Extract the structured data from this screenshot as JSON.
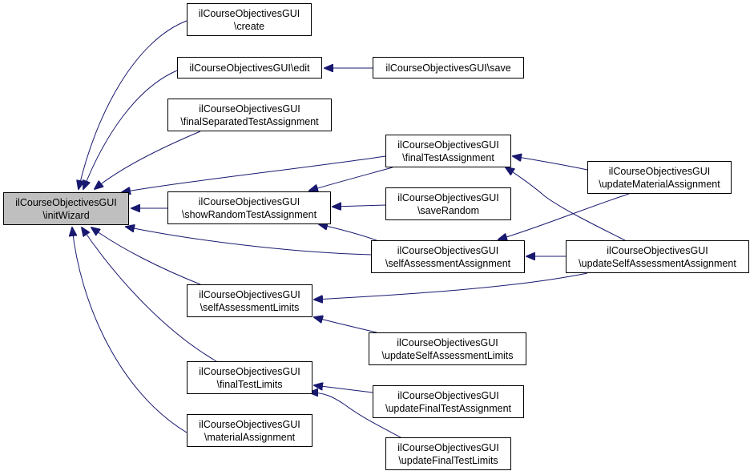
{
  "colors": {
    "edge": "#191970",
    "root_fill": "#bfbfbf",
    "node_fill": "#ffffff",
    "border": "#000000"
  },
  "nodes": {
    "initWizard": {
      "line1": "ilCourseObjectivesGUI",
      "line2": "\\initWizard"
    },
    "create": {
      "line1": "ilCourseObjectivesGUI",
      "line2": "\\create"
    },
    "edit": {
      "line1": "ilCourseObjectivesGUI\\edit"
    },
    "save": {
      "line1": "ilCourseObjectivesGUI\\save"
    },
    "finalSeparatedTestAssignment": {
      "line1": "ilCourseObjectivesGUI",
      "line2": "\\finalSeparatedTestAssignment"
    },
    "finalTestAssignment": {
      "line1": "ilCourseObjectivesGUI",
      "line2": "\\finalTestAssignment"
    },
    "showRandomTestAssignment": {
      "line1": "ilCourseObjectivesGUI",
      "line2": "\\showRandomTestAssignment"
    },
    "saveRandom": {
      "line1": "ilCourseObjectivesGUI",
      "line2": "\\saveRandom"
    },
    "updateMaterialAssignment": {
      "line1": "ilCourseObjectivesGUI",
      "line2": "\\updateMaterialAssignment"
    },
    "selfAssessmentAssignment": {
      "line1": "ilCourseObjectivesGUI",
      "line2": "\\selfAssessmentAssignment"
    },
    "updateSelfAssessmentAssignment": {
      "line1": "ilCourseObjectivesGUI",
      "line2": "\\updateSelfAssessmentAssignment"
    },
    "selfAssessmentLimits": {
      "line1": "ilCourseObjectivesGUI",
      "line2": "\\selfAssessmentLimits"
    },
    "updateSelfAssessmentLimits": {
      "line1": "ilCourseObjectivesGUI",
      "line2": "\\updateSelfAssessmentLimits"
    },
    "finalTestLimits": {
      "line1": "ilCourseObjectivesGUI",
      "line2": "\\finalTestLimits"
    },
    "updateFinalTestAssignment": {
      "line1": "ilCourseObjectivesGUI",
      "line2": "\\updateFinalTestAssignment"
    },
    "updateFinalTestLimits": {
      "line1": "ilCourseObjectivesGUI",
      "line2": "\\updateFinalTestLimits"
    },
    "materialAssignment": {
      "line1": "ilCourseObjectivesGUI",
      "line2": "\\materialAssignment"
    }
  },
  "edges": [
    {
      "from": "create",
      "to": "initWizard"
    },
    {
      "from": "edit",
      "to": "initWizard"
    },
    {
      "from": "finalSeparatedTestAssignment",
      "to": "initWizard"
    },
    {
      "from": "finalTestAssignment",
      "to": "initWizard"
    },
    {
      "from": "showRandomTestAssignment",
      "to": "initWizard"
    },
    {
      "from": "selfAssessmentAssignment",
      "to": "initWizard"
    },
    {
      "from": "selfAssessmentLimits",
      "to": "initWizard"
    },
    {
      "from": "finalTestLimits",
      "to": "initWizard"
    },
    {
      "from": "materialAssignment",
      "to": "initWizard"
    },
    {
      "from": "save",
      "to": "edit"
    },
    {
      "from": "finalTestAssignment",
      "to": "showRandomTestAssignment"
    },
    {
      "from": "saveRandom",
      "to": "showRandomTestAssignment"
    },
    {
      "from": "selfAssessmentAssignment",
      "to": "showRandomTestAssignment"
    },
    {
      "from": "updateMaterialAssignment",
      "to": "finalTestAssignment"
    },
    {
      "from": "updateSelfAssessmentAssignment",
      "to": "finalTestAssignment"
    },
    {
      "from": "updateMaterialAssignment",
      "to": "selfAssessmentAssignment"
    },
    {
      "from": "updateSelfAssessmentAssignment",
      "to": "selfAssessmentAssignment"
    },
    {
      "from": "updateSelfAssessmentAssignment",
      "to": "selfAssessmentLimits"
    },
    {
      "from": "updateSelfAssessmentLimits",
      "to": "selfAssessmentLimits"
    },
    {
      "from": "updateFinalTestAssignment",
      "to": "finalTestLimits"
    },
    {
      "from": "updateFinalTestLimits",
      "to": "finalTestLimits"
    }
  ]
}
